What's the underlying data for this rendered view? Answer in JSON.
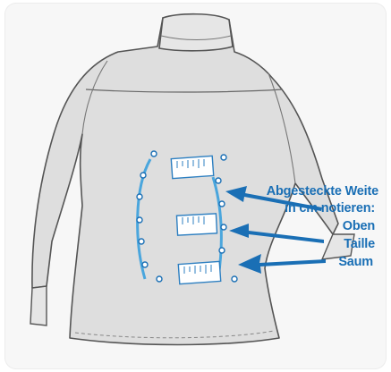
{
  "annotation": {
    "heading_line1": "Abgesteckte Weite",
    "heading_line2": "in cm notieren:",
    "items": [
      "Oben",
      "Taille",
      "Saum"
    ]
  },
  "colors": {
    "accent": "#1a6fb5",
    "pin": "#4aa6dd",
    "shirt_fill": "#dedede",
    "outline": "#555555"
  },
  "icons": [
    "tape-measure-icon",
    "pin-icon",
    "arrow-icon"
  ]
}
